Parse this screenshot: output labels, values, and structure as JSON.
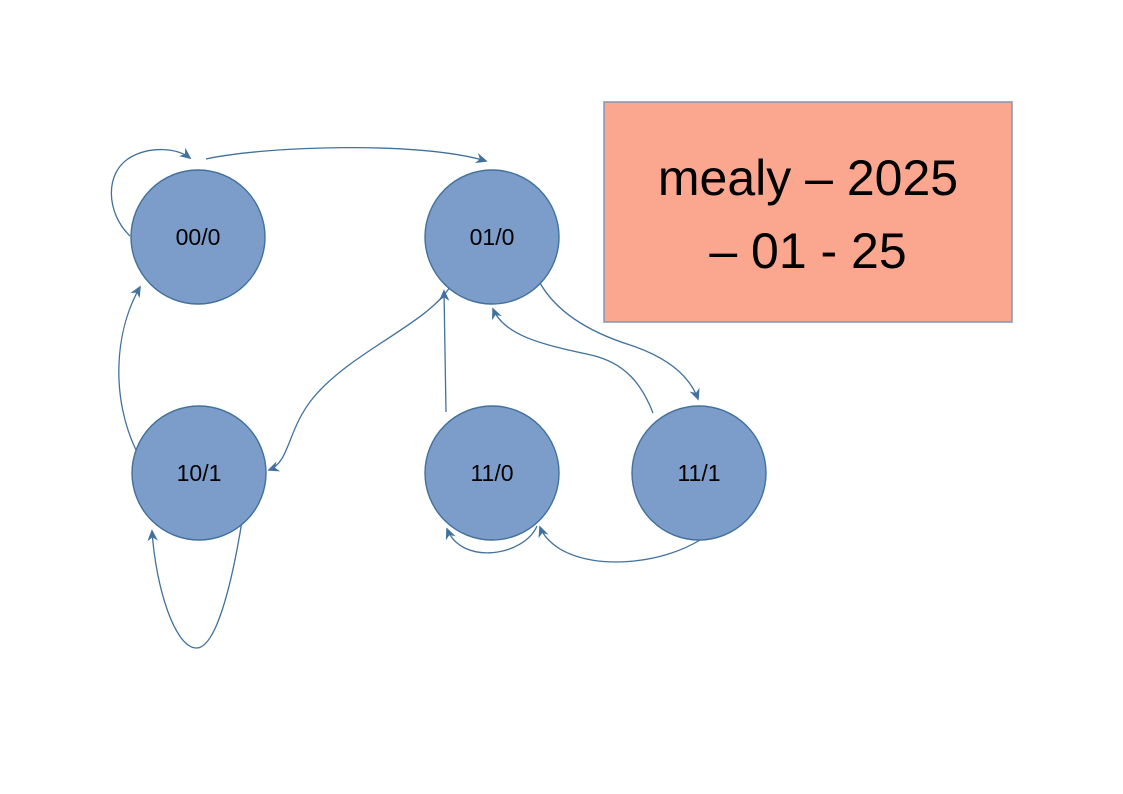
{
  "diagram": {
    "kind": "mealy-state-diagram",
    "states": [
      {
        "label": "00/0"
      },
      {
        "label": "01/0"
      },
      {
        "label": "10/1"
      },
      {
        "label": "11/0"
      },
      {
        "label": "11/1"
      }
    ],
    "transitions": [
      {
        "from": "00/0",
        "to": "00/0",
        "shape": "self-loop-upper-left"
      },
      {
        "from": "00/0",
        "to": "01/0",
        "shape": "arc-over-top"
      },
      {
        "from": "10/1",
        "to": "00/0",
        "shape": "curve-up-left"
      },
      {
        "from": "01/0",
        "to": "10/1",
        "shape": "s-curve-down-left"
      },
      {
        "from": "11/0",
        "to": "01/0",
        "shape": "vertical-line"
      },
      {
        "from": "11/1",
        "to": "01/0",
        "shape": "s-curve-up-left"
      },
      {
        "from": "01/0",
        "to": "11/1",
        "shape": "s-curve-down-right"
      },
      {
        "from": "10/1",
        "to": "10/1",
        "shape": "self-loop-bottom"
      },
      {
        "from": "11/0",
        "to": "11/0",
        "shape": "self-loop-bottom"
      },
      {
        "from": "11/1",
        "to": "11/0",
        "shape": "curve-under-bottom"
      }
    ]
  },
  "title_box": {
    "line1": "mealy – 2025",
    "line2": "– 01 - 25"
  },
  "colors": {
    "state_fill": "#7c9dc9",
    "state_border": "#41719c",
    "edge": "#41719c",
    "state_label": "#000000",
    "title_fill": "#fba78f",
    "title_border": "#8496b0",
    "title_text": "#000000",
    "background": "#ffffff"
  }
}
